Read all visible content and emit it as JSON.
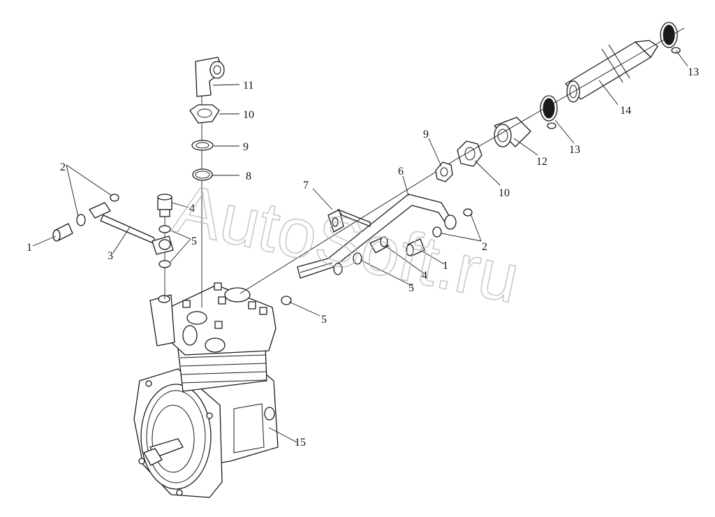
{
  "callouts": {
    "c1a": "1",
    "c1b": "1",
    "c2a": "2",
    "c2b": "2",
    "c3": "3",
    "c4a": "4",
    "c4b": "4",
    "c5a": "5",
    "c5b": "5",
    "c5c": "5",
    "c6": "6",
    "c7": "7",
    "c8": "8",
    "c9a": "9",
    "c9b": "9",
    "c10a": "10",
    "c10b": "10",
    "c11": "11",
    "c12": "12",
    "c13a": "13",
    "c13b": "13",
    "c14": "14",
    "c15": "15"
  },
  "watermark": "AutoSoft.ru"
}
